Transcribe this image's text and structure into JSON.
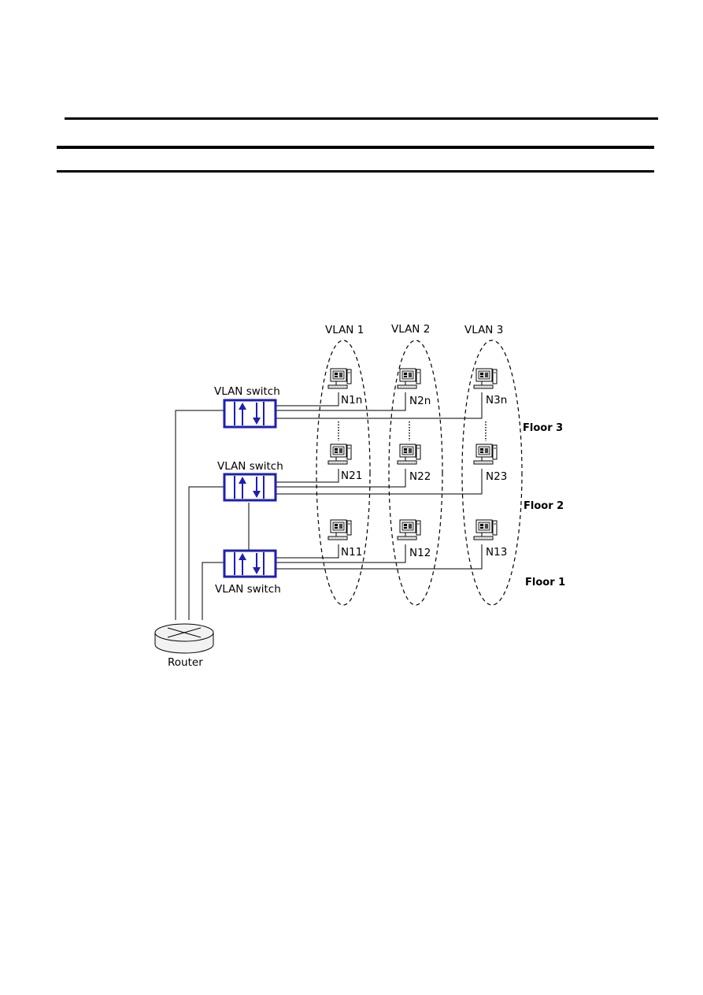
{
  "header": {
    "rules": [
      "top-rule",
      "middle-rule",
      "bottom-rule"
    ]
  },
  "diagram": {
    "vlans": [
      "VLAN 1",
      "VLAN 2",
      "VLAN 3"
    ],
    "floors": [
      "Floor 3",
      "Floor 2",
      "Floor 1"
    ],
    "switch_label": "VLAN switch",
    "router_label": "Router",
    "nodes": {
      "floor3": [
        "N1n",
        "N2n",
        "N3n"
      ],
      "floor2": [
        "N21",
        "N22",
        "N23"
      ],
      "floor1": [
        "N11",
        "N12",
        "N13"
      ]
    },
    "colors": {
      "switch": "#1e1eb4",
      "switch_fill": "#ffffff",
      "router_fill": "#f2f2f2"
    },
    "icons": [
      "computer-icon",
      "router-icon",
      "switch-icon"
    ]
  }
}
